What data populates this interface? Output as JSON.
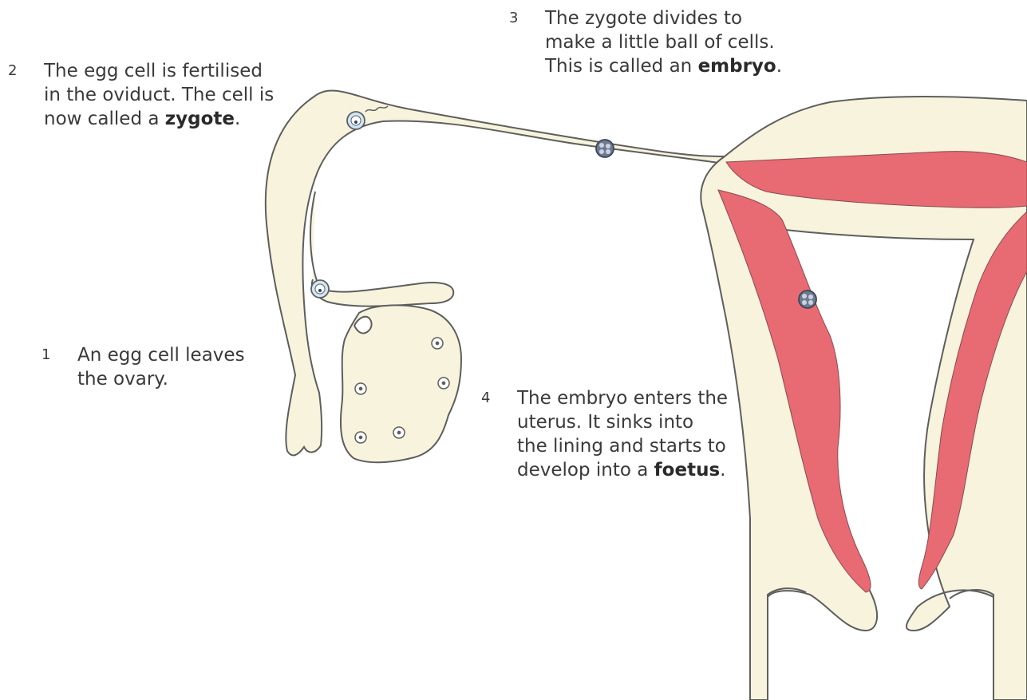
{
  "steps": [
    {
      "number": "1",
      "lines": [
        "An egg cell leaves",
        "the ovary."
      ],
      "emphasis": ""
    },
    {
      "number": "2",
      "lines": [
        "The egg cell is fertilised",
        "in the oviduct. The cell is",
        "now called a "
      ],
      "emphasis": "zygote"
    },
    {
      "number": "3",
      "lines": [
        "The zygote divides to",
        "make a little ball of cells.",
        "This is called an "
      ],
      "emphasis": "embryo"
    },
    {
      "number": "4",
      "lines": [
        "The embryo enters the",
        "uterus. It sinks into",
        "the lining and starts to",
        "develop into a "
      ],
      "emphasis": "foetus"
    }
  ],
  "colors": {
    "tissue": "#f8f3dc",
    "lining": "#e86a73",
    "outline": "#5e5e5e",
    "egg": "#cfe6f7",
    "embryo": "#6d7a90"
  },
  "end_punctuation": "."
}
